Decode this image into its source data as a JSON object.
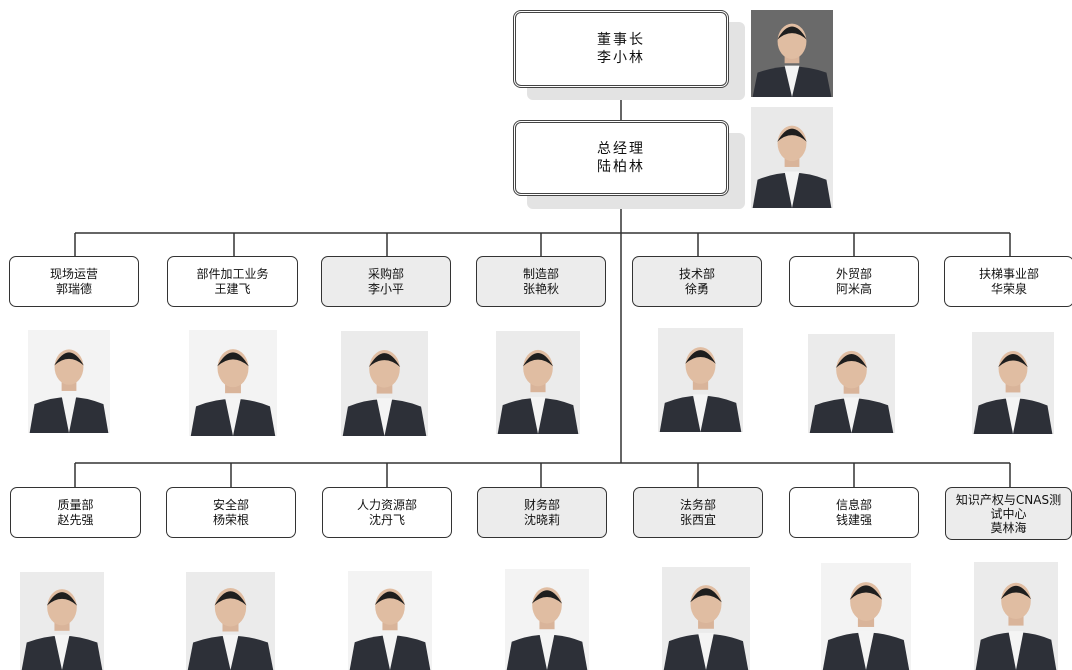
{
  "chairman": {
    "title": "董事长",
    "name": "李小林"
  },
  "gm": {
    "title": "总经理",
    "name": "陆柏林"
  },
  "row1": [
    {
      "title": "现场运营",
      "name": "郭瑞德"
    },
    {
      "title": "部件加工业务",
      "name": "王建飞"
    },
    {
      "title": "采购部",
      "name": "李小平"
    },
    {
      "title": "制造部",
      "name": "张艳秋"
    },
    {
      "title": "技术部",
      "name": "徐勇"
    },
    {
      "title": "外贸部",
      "name": "阿米高"
    },
    {
      "title": "扶梯事业部",
      "name": "华荣泉"
    }
  ],
  "row2": [
    {
      "title": "质量部",
      "name": "赵先强"
    },
    {
      "title": "安全部",
      "name": "杨荣根"
    },
    {
      "title": "人力资源部",
      "name": "沈丹飞"
    },
    {
      "title": "财务部",
      "name": "沈晓莉"
    },
    {
      "title": "法务部",
      "name": "张西宜"
    },
    {
      "title": "信息部",
      "name": "钱建强"
    },
    {
      "title": "知识产权与CNAS测试中心",
      "name": "莫林海"
    }
  ]
}
